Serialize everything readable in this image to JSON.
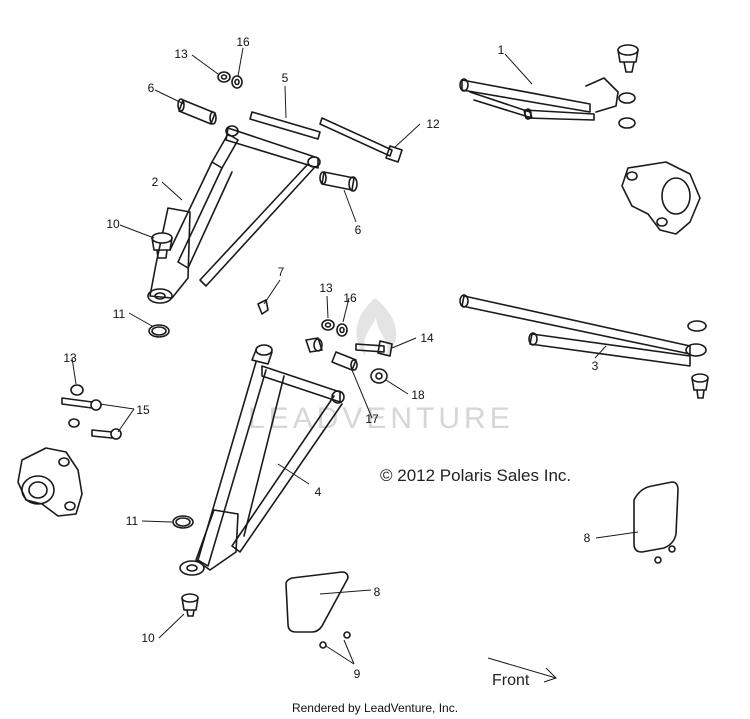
{
  "copyright": "© 2012 Polaris Sales Inc.",
  "front_label": "Front",
  "footer": "Rendered by LeadVenture, Inc.",
  "watermark": "LEADVENTURE",
  "callouts": [
    {
      "id": "c1",
      "label": "1"
    },
    {
      "id": "c2",
      "label": "2"
    },
    {
      "id": "c3",
      "label": "3"
    },
    {
      "id": "c4",
      "label": "4"
    },
    {
      "id": "c5",
      "label": "5"
    },
    {
      "id": "c6a",
      "label": "6"
    },
    {
      "id": "c6b",
      "label": "6"
    },
    {
      "id": "c7",
      "label": "7"
    },
    {
      "id": "c8a",
      "label": "8"
    },
    {
      "id": "c8b",
      "label": "8"
    },
    {
      "id": "c9",
      "label": "9"
    },
    {
      "id": "c10a",
      "label": "10"
    },
    {
      "id": "c10b",
      "label": "10"
    },
    {
      "id": "c11a",
      "label": "11"
    },
    {
      "id": "c11b",
      "label": "11"
    },
    {
      "id": "c12",
      "label": "12"
    },
    {
      "id": "c13a",
      "label": "13"
    },
    {
      "id": "c13b",
      "label": "13"
    },
    {
      "id": "c13c",
      "label": "13"
    },
    {
      "id": "c14",
      "label": "14"
    },
    {
      "id": "c15",
      "label": "15"
    },
    {
      "id": "c16a",
      "label": "16"
    },
    {
      "id": "c16b",
      "label": "16"
    },
    {
      "id": "c17",
      "label": "17"
    },
    {
      "id": "c18",
      "label": "18"
    }
  ]
}
